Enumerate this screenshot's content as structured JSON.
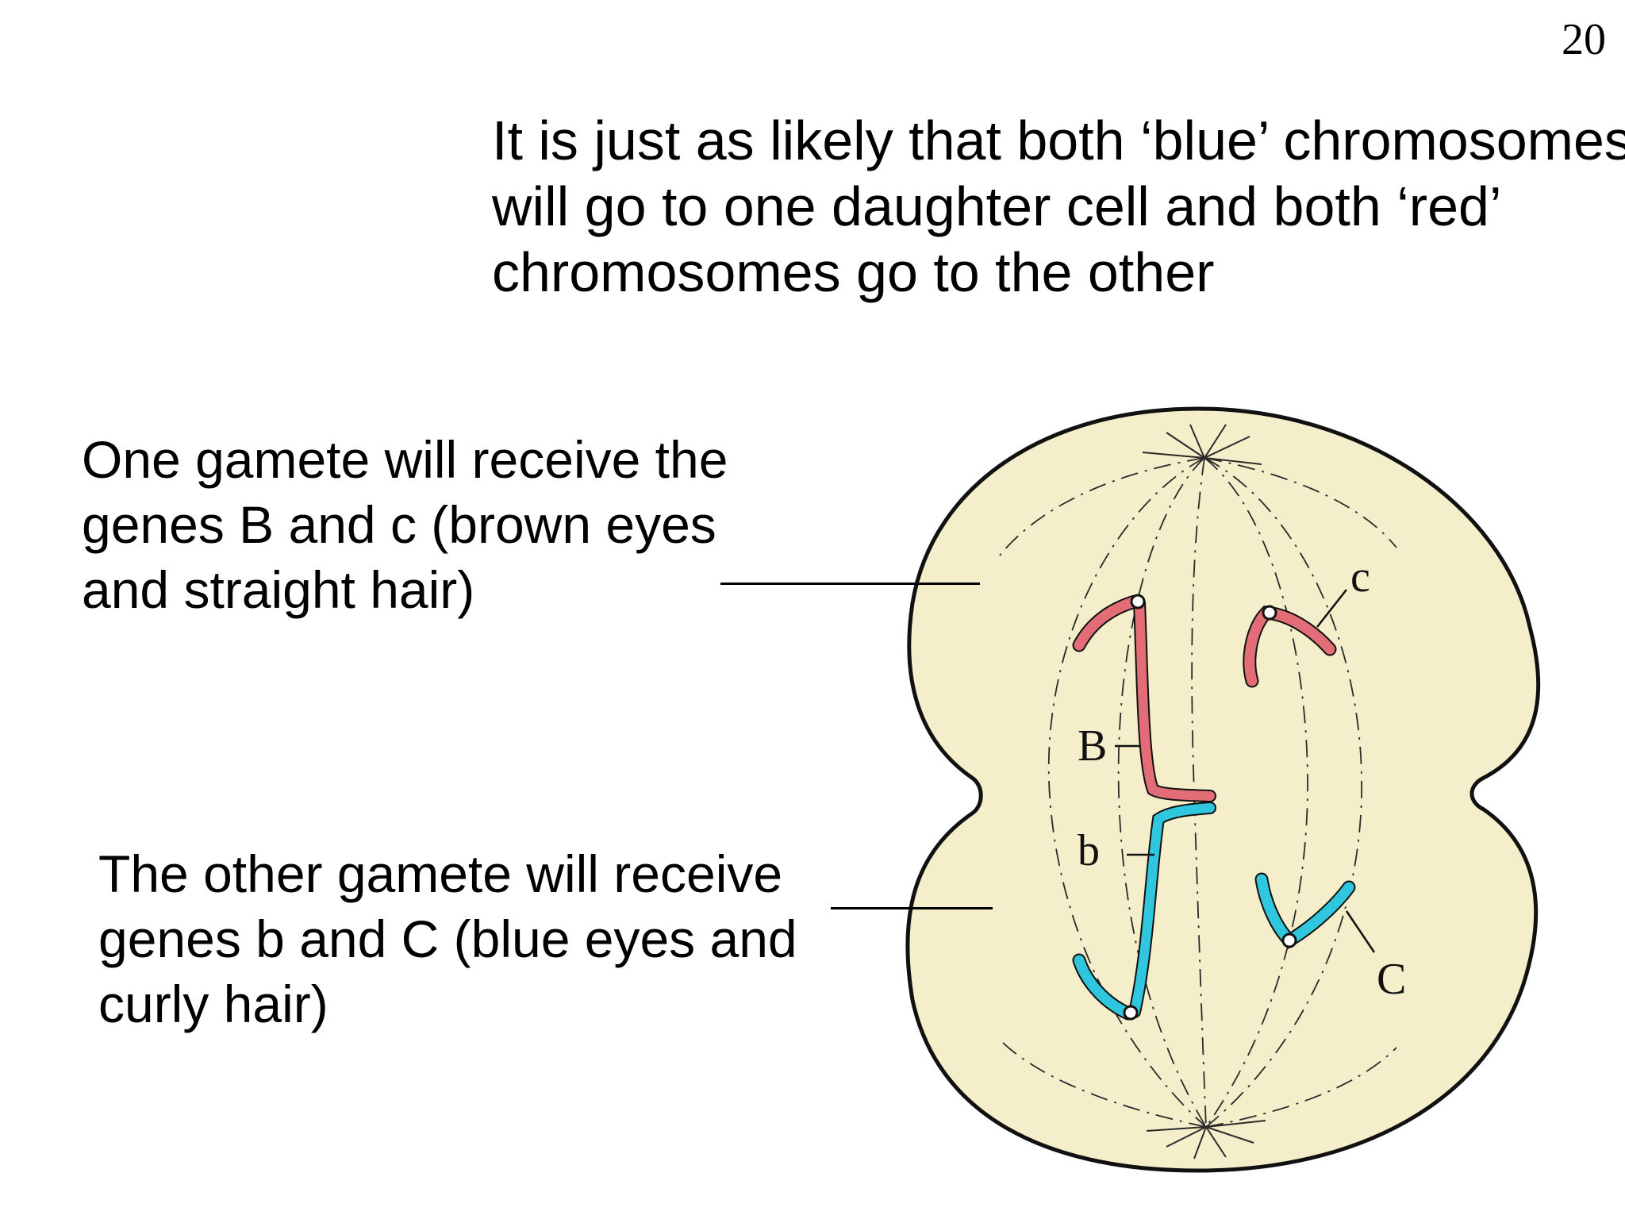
{
  "slide": {
    "number": "20"
  },
  "heading": {
    "lines": [
      "It is just as likely that both ‘blue’ chromosomes",
      "will go to one daughter cell and both ‘red’",
      "chromosomes go to the other"
    ]
  },
  "captions": {
    "top": {
      "lines": [
        "One gamete will receive the",
        "genes B and c (brown eyes",
        "and straight hair)"
      ]
    },
    "bottom": {
      "lines": [
        "The other gamete will receive",
        "genes b and C (blue eyes and",
        "curly hair)"
      ]
    }
  },
  "diagram": {
    "gene_labels": {
      "upper_left": "B",
      "lower_left": "b",
      "upper_right": "c",
      "lower_right": "C"
    },
    "colors": {
      "cell_fill": "#f4eecb",
      "red_chromosome": "#e26d76",
      "blue_chromosome": "#2fc6de",
      "outline": "#111111"
    }
  }
}
